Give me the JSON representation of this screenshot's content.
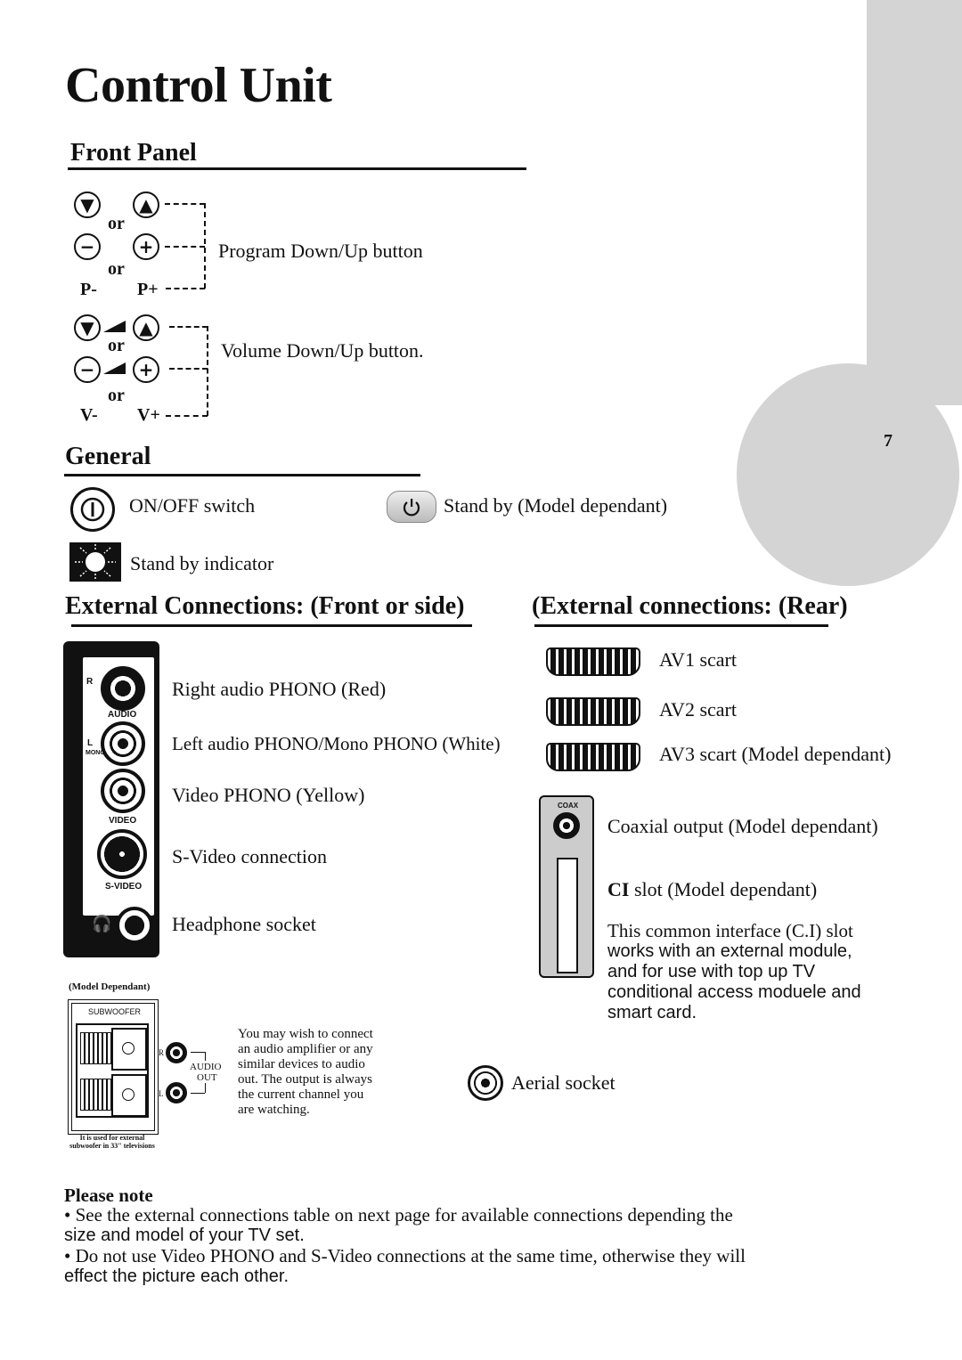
{
  "page": {
    "number": "7",
    "title": "Control Unit"
  },
  "front_panel": {
    "heading": "Front Panel",
    "or_label": "or",
    "p_minus": "P-",
    "p_plus": "P+",
    "v_minus": "V-",
    "v_plus": "V+",
    "program_label": "Program Down/Up button",
    "volume_label": "Volume Down/Up button."
  },
  "general": {
    "heading": "General",
    "onoff_label": "ON/OFF switch",
    "standby_label": "Stand by (Model dependant)",
    "indicator_label": "Stand by indicator"
  },
  "ext_front": {
    "heading": "External Connections: (Front or side)",
    "panel_labels": {
      "r": "R",
      "audio": "AUDIO",
      "l": "L",
      "mono": "MONO",
      "video": "VIDEO",
      "svideo": "S-VIDEO"
    },
    "items": [
      "Right audio PHONO (Red)",
      "Left audio PHONO/Mono PHONO (White)",
      "Video PHONO (Yellow)",
      "S-Video connection",
      "Headphone socket"
    ],
    "model_dependant": "(Model Dependant)",
    "subwoofer": {
      "label": "SUBWOOFER",
      "r": "R",
      "l": "L",
      "audio": "AUDIO",
      "out": "OUT",
      "caption_line1": "It is used for external",
      "caption_line2": "subwoofer in 33\" televisions"
    },
    "amp_note": [
      "You may wish to connect",
      "an audio amplifier or any",
      "similar devices to audio",
      "out. The output is always",
      "the current channel you",
      "are watching."
    ]
  },
  "ext_rear": {
    "heading": "(External connections: (Rear)",
    "scarts": [
      "AV1 scart",
      "AV2 scart",
      "AV3 scart (Model dependant)"
    ],
    "coax_tag": "COAX",
    "coax_label": "Coaxial output (Model dependant)",
    "ci_bold": "CI",
    "ci_rest": " slot (Model dependant)",
    "ci_note": [
      "This common interface (C.I) slot",
      "works with an external module,",
      "and for use with top up TV",
      "conditional access moduele and",
      "smart card."
    ],
    "aerial_label": "Aerial socket"
  },
  "please_note": {
    "heading": "Please note",
    "bullets": [
      [
        "• See the external connections table on next page for available connections depending the",
        "size and model of your TV set."
      ],
      [
        "• Do not use Video PHONO and S-Video connections at the same time, otherwise they will",
        "effect the picture each other."
      ]
    ]
  }
}
